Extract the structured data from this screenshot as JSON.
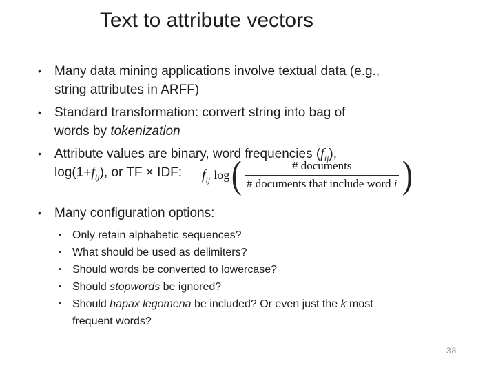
{
  "slide": {
    "title": "Text to attribute vectors",
    "page_number": "38",
    "glyphs": {
      "bullet": "•"
    },
    "bullets": {
      "b1": {
        "line1": "Many data mining applications involve textual data (e.g.,",
        "line2": "string attributes in ARFF)"
      },
      "b2": {
        "line1": "Standard transformation: convert string into bag of",
        "line2_pre": "words by ",
        "line2_italic": "tokenization"
      },
      "b3": {
        "line1_pre": "Attribute values are binary, word frequencies (",
        "var_f": "f",
        "var_sub": "ij",
        "line1_post": "),",
        "line2_pre": "log(1+",
        "line2_post": "), or TF × IDF:"
      },
      "b4": "Many configuration options:"
    },
    "formula": {
      "coef": "f",
      "coef_sub": "ij",
      "func": "log",
      "open_paren": "(",
      "close_paren": ")",
      "numerator": "# documents",
      "denom_pre": "# documents that include word ",
      "denom_var": "i"
    },
    "sub_bullets": {
      "s1": "Only retain alphabetic sequences?",
      "s2": "What should be used as delimiters?",
      "s3": "Should words be converted to lowercase?",
      "s4_pre": "Should ",
      "s4_italic": "stopwords",
      "s4_post": " be ignored?",
      "s5_pre": "Should ",
      "s5_italic": "hapax legomena",
      "s5_mid": " be included? Or even just the ",
      "s5_var": "k",
      "s5_post": " most",
      "s5_line2": "frequent words?"
    }
  }
}
